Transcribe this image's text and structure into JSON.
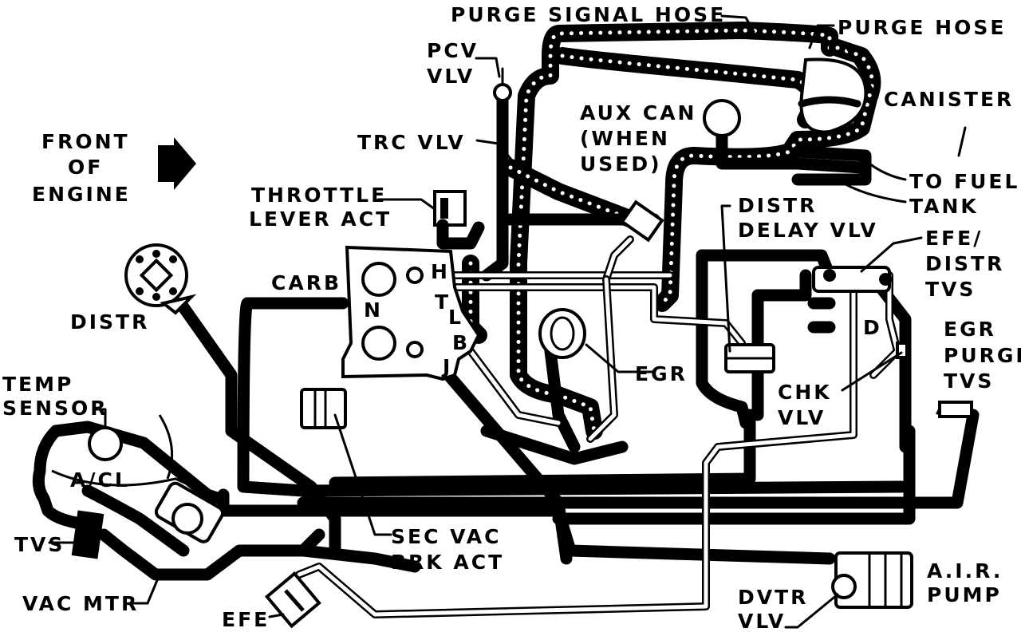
{
  "labels": {
    "purge_signal_hose": "PURGE SIGNAL HOSE",
    "purge_hose": "PURGE HOSE",
    "pcv_vlv_1": "PCV",
    "pcv_vlv_2": "VLV",
    "canister": "CANISTER",
    "aux_can_1": "AUX CAN",
    "aux_can_2": "(WHEN",
    "aux_can_3": "USED)",
    "front_1": "FRONT",
    "front_2": "OF",
    "front_3": "ENGINE",
    "trc_vlv": "TRC VLV",
    "to_fuel_tank_1": "TO FUEL",
    "to_fuel_tank_2": "TANK",
    "throttle_1": "THROTTLE",
    "throttle_2": "LEVER ACT",
    "distr_delay_1": "DISTR",
    "distr_delay_2": "DELAY VLV",
    "efe_distr_1": "EFE/",
    "efe_distr_2": "DISTR",
    "efe_distr_3": "TVS",
    "carb": "CARB",
    "distr": "DISTR",
    "egr_purge_1": "EGR",
    "egr_purge_2": "PURGE",
    "egr_purge_3": "TVS",
    "egr": "EGR",
    "temp_sensor_1": "TEMP",
    "temp_sensor_2": "SENSOR",
    "chk_vlv_1": "CHK",
    "chk_vlv_2": "VLV",
    "acl": "A/CL",
    "tvs": "TVS",
    "sec_vac_1": "SEC VAC",
    "sec_vac_2": "BRK ACT",
    "air_pump_1": "A.I.R.",
    "air_pump_2": "PUMP",
    "vac_mtr": "VAC MTR",
    "efe": "EFE",
    "dvtr_1": "DVTR",
    "dvtr_2": "VLV",
    "port_h": "H",
    "port_n": "N",
    "port_t": "T",
    "port_l": "L",
    "port_b": "B",
    "port_j": "J",
    "port_d": "D"
  }
}
